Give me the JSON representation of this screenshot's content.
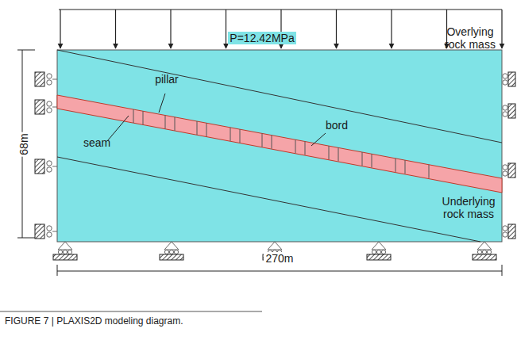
{
  "diagram": {
    "caption": "FIGURE 7 | PLAXIS2D modeling diagram.",
    "labels": [
      "P=12.42MPa",
      "Overlying rock mass",
      "pillar",
      "seam",
      "bord",
      "Underlying rock mass",
      "68m",
      "270m"
    ]
  }
}
